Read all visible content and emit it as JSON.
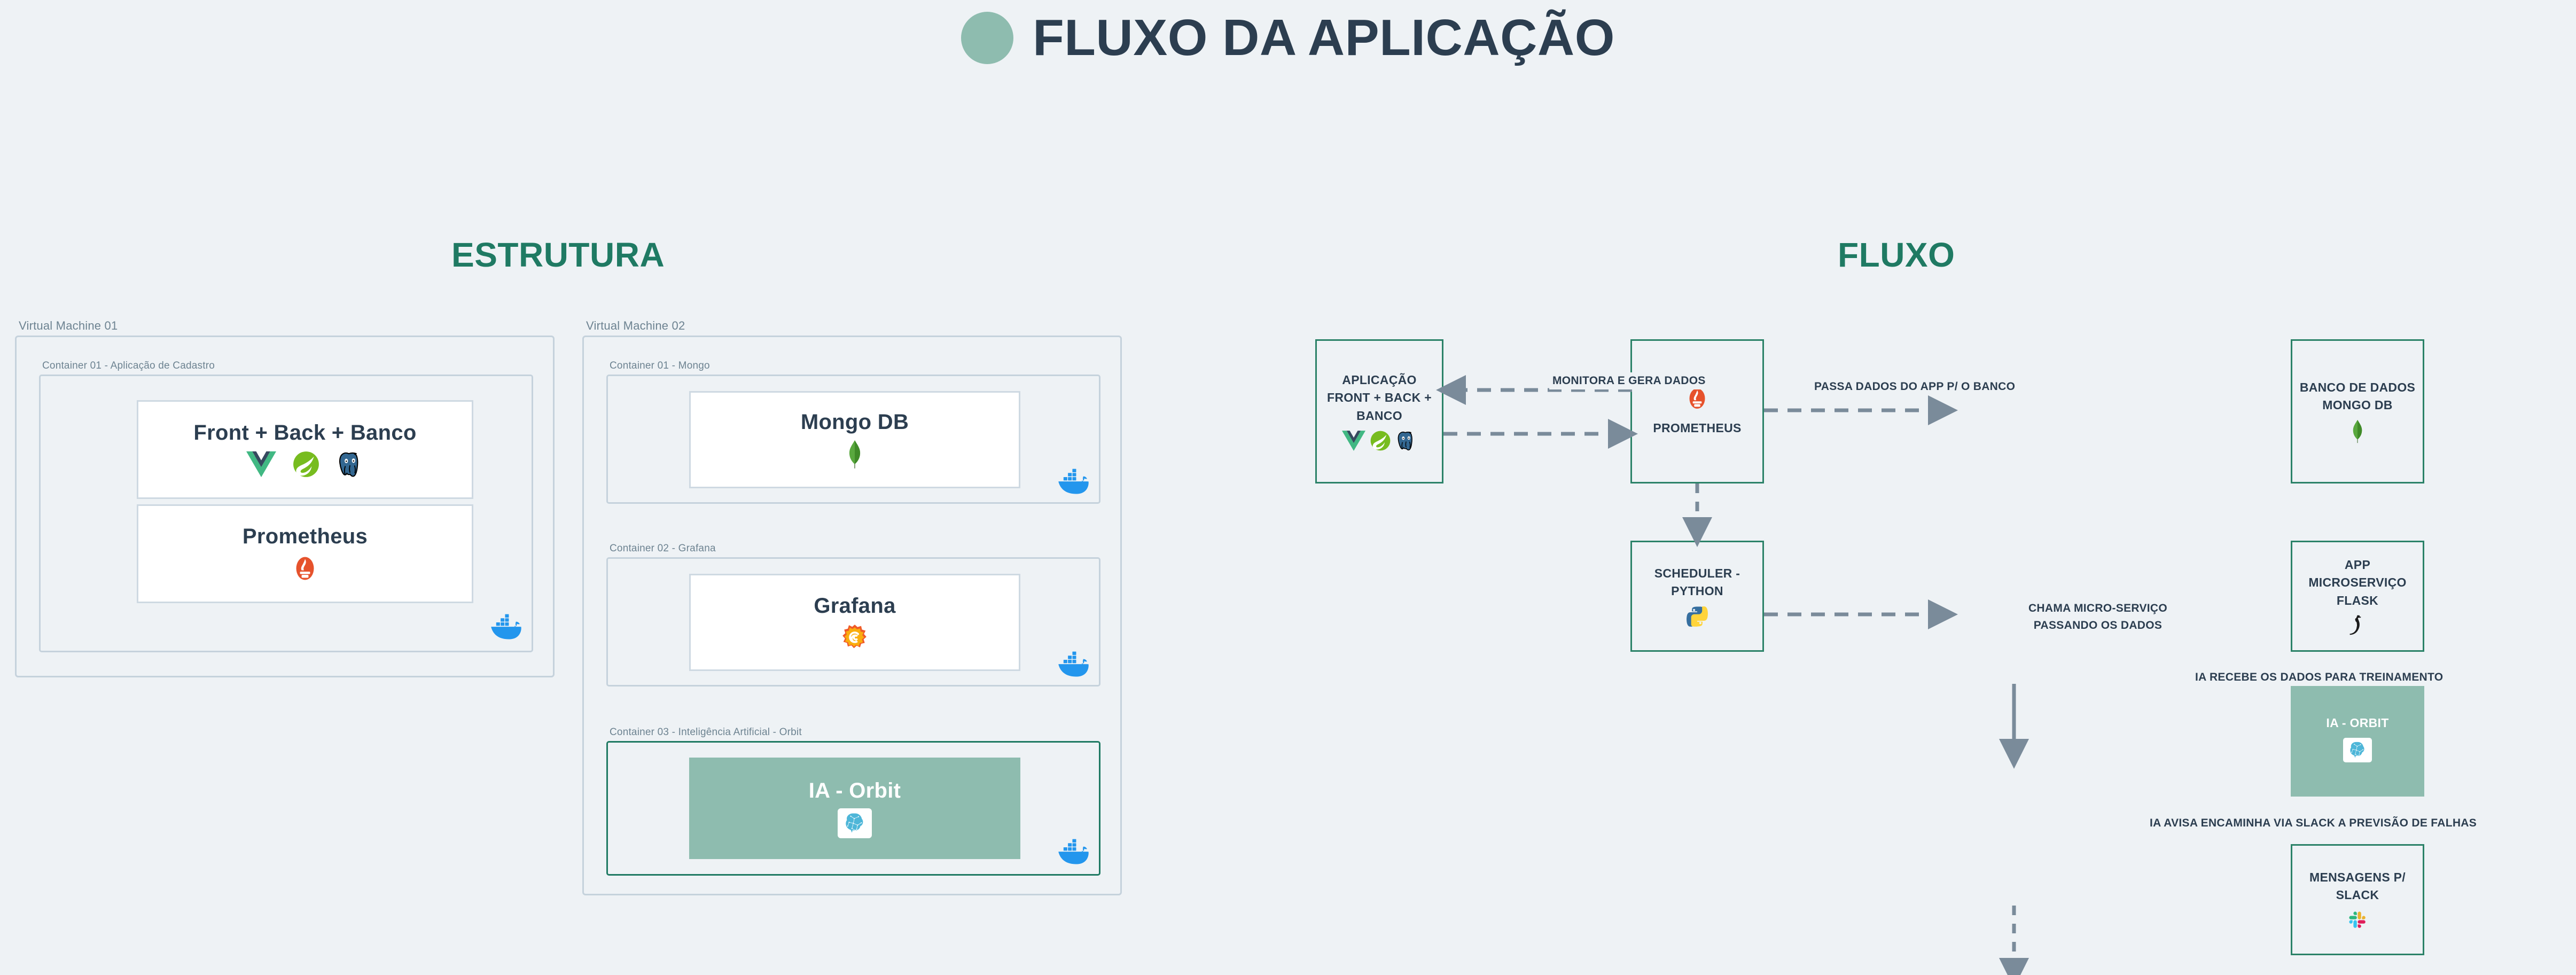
{
  "page": {
    "title": "FLUXO DA APLICAÇÃO",
    "background_color": "#eef2f5",
    "accent_green": "#1f7a63",
    "sage_green": "#8ebcaf",
    "text_dark": "#2c3e50",
    "connector_gray": "#7a8b9a"
  },
  "sections": {
    "estrutura_header": "ESTRUTURA",
    "fluxo_header": "FLUXO"
  },
  "estrutura": {
    "vms": [
      {
        "label": "Virtual Machine 01",
        "containers": [
          {
            "label": "Container 01 - Aplicação de Cadastro",
            "accent": false,
            "cards": [
              {
                "title": "Front + Back + Banco",
                "icons": [
                  "vue-icon",
                  "spring-icon",
                  "postgresql-icon"
                ]
              },
              {
                "title": "Prometheus",
                "icons": [
                  "prometheus-icon"
                ]
              }
            ],
            "docker_icon": "docker-icon"
          }
        ]
      },
      {
        "label": "Virtual Machine 02",
        "containers": [
          {
            "label": "Container 01 - Mongo",
            "accent": false,
            "cards": [
              {
                "title": "Mongo DB",
                "icons": [
                  "mongodb-icon"
                ]
              }
            ],
            "docker_icon": "docker-icon"
          },
          {
            "label": "Container 02 - Grafana",
            "accent": false,
            "cards": [
              {
                "title": "Grafana",
                "icons": [
                  "grafana-icon"
                ]
              }
            ],
            "docker_icon": "docker-icon"
          },
          {
            "label": "Container 03 - Inteligência Artificial - Orbit",
            "accent": true,
            "cards": [
              {
                "title": "IA - Orbit",
                "icons": [
                  "brain-ai-icon"
                ],
                "green": true
              }
            ],
            "docker_icon": "docker-icon"
          }
        ]
      }
    ]
  },
  "fluxo": {
    "nodes": [
      {
        "id": "aplicacao",
        "title": "APLICAÇÃO\nFRONT + BACK + BANCO",
        "icons": [
          "vue-icon",
          "spring-icon",
          "postgresql-icon"
        ],
        "green": false
      },
      {
        "id": "prometheus",
        "title": "PROMETHEUS",
        "icons": [
          "prometheus-icon"
        ],
        "green": false
      },
      {
        "id": "banco",
        "title": "BANCO DE DADOS\nMONGO DB",
        "icons": [
          "mongodb-icon"
        ],
        "green": false
      },
      {
        "id": "scheduler",
        "title": "SCHEDULER - PYTHON",
        "icons": [
          "python-icon"
        ],
        "green": false
      },
      {
        "id": "flask",
        "title": "APP MICROSERVIÇO\nFLASK",
        "icons": [
          "flask-icon"
        ],
        "green": false
      },
      {
        "id": "ia_orbit",
        "title": "IA - ORBIT",
        "icons": [
          "brain-ai-icon"
        ],
        "green": true
      },
      {
        "id": "slack",
        "title": "MENSAGENS P/ SLACK",
        "icons": [
          "slack-icon"
        ],
        "green": false
      }
    ],
    "edges": [
      {
        "from": "prometheus",
        "to": "aplicacao",
        "label": "MONITORA E GERA DADOS"
      },
      {
        "from": "aplicacao",
        "to": "prometheus",
        "label": ""
      },
      {
        "from": "prometheus",
        "to": "banco",
        "label": "PASSA DADOS DO APP P/ O BANCO"
      },
      {
        "from": "prometheus",
        "to": "scheduler",
        "label": ""
      },
      {
        "from": "scheduler",
        "to": "flask",
        "label": "CHAMA MICRO-SERVIÇO\nPASSANDO OS DADOS"
      },
      {
        "from": "flask",
        "to": "ia_orbit",
        "label": "IA RECEBE OS DADOS PARA TREINAMENTO"
      },
      {
        "from": "ia_orbit",
        "to": "slack",
        "label": "IA AVISA ENCAMINHA VIA SLACK A PREVISÃO DE FALHAS"
      }
    ]
  }
}
